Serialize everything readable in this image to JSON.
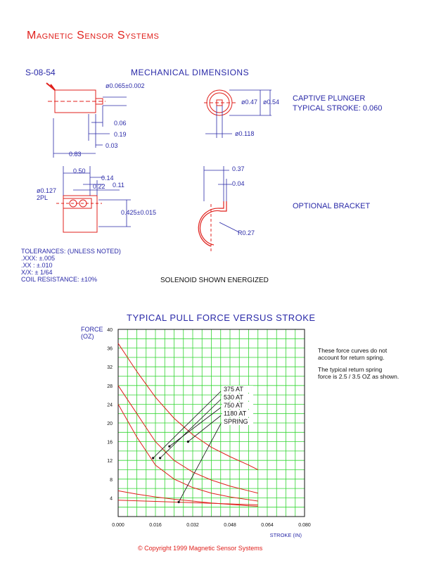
{
  "header": {
    "company": "Magnetic Sensor Systems",
    "part_number": "S-08-54",
    "section_title": "MECHANICAL DIMENSIONS"
  },
  "drawing": {
    "dims": {
      "shaft_dia": "ø0.065±0.002",
      "d006": "0.06",
      "d019": "0.19",
      "d003": "0.03",
      "d083": "0.83",
      "plunger_047": "ø0.47",
      "plunger_054": "ø0.54",
      "plunger_0118": "ø0.118",
      "d050": "0.50",
      "d014": "0.14",
      "d022": "0.22",
      "d011": "0.11",
      "hole_dia": "ø0.127",
      "hole_qty": "2PL",
      "d0425": "0.425±0.015",
      "d037": "0.37",
      "d004": "0.04",
      "radius": "R0.27"
    },
    "notes": {
      "captive_plunger": "CAPTIVE PLUNGER",
      "typical_stroke": "TYPICAL STROKE: 0.060",
      "optional_bracket": "OPTIONAL BRACKET",
      "solenoid_energized": "SOLENOID SHOWN ENERGIZED"
    },
    "tolerances": [
      "TOLERANCES: (UNLESS NOTED)",
      ".XXX: ±.005",
      ".XX : ±.010",
      "X/X: ± 1/64",
      "COIL RESISTANCE: ±10%"
    ]
  },
  "chart_side_notes": {
    "line1": "These force curves do not",
    "line2": "account for return spring.",
    "line3": "The typical return spring",
    "line4": "force is 2.5 / 3.5 OZ as shown."
  },
  "copyright": "©  Copyright 1999 Magnetic Sensor Systems",
  "colors": {
    "red": "#e0201c",
    "blue": "#2a2aa8",
    "grid": "#33d633"
  },
  "chart_data": {
    "type": "line",
    "title": "TYPICAL PULL FORCE VERSUS STROKE",
    "ylabel": [
      "FORCE",
      "(OZ)"
    ],
    "xlabel": "STROKE (IN)",
    "xlim": [
      0,
      0.08
    ],
    "ylim": [
      0,
      40
    ],
    "xticks": [
      "0.000",
      "0.016",
      "0.032",
      "0.048",
      "0.064",
      "0.080"
    ],
    "yticks": [
      "4",
      "8",
      "12",
      "16",
      "20",
      "24",
      "28",
      "32",
      "36",
      "40"
    ],
    "grid": true,
    "series": [
      {
        "name": "375 AT",
        "x": [
          0,
          0.008,
          0.016,
          0.024,
          0.032,
          0.04,
          0.048,
          0.056,
          0.06
        ],
        "y": [
          5.5,
          4.8,
          4.2,
          3.7,
          3.3,
          2.9,
          2.6,
          2.3,
          2.2
        ]
      },
      {
        "name": "530 AT",
        "x": [
          0,
          0.008,
          0.016,
          0.024,
          0.032,
          0.04,
          0.048,
          0.056,
          0.06
        ],
        "y": [
          24,
          17,
          11,
          8,
          6.2,
          5,
          4.2,
          3.6,
          3.3
        ]
      },
      {
        "name": "750 AT",
        "x": [
          0,
          0.008,
          0.016,
          0.024,
          0.032,
          0.04,
          0.048,
          0.056,
          0.06
        ],
        "y": [
          28,
          22,
          16,
          12,
          9.5,
          7.8,
          6.5,
          5.5,
          5
        ]
      },
      {
        "name": "1180 AT",
        "x": [
          0,
          0.008,
          0.016,
          0.024,
          0.032,
          0.04,
          0.048,
          0.056,
          0.06
        ],
        "y": [
          37,
          31,
          25.5,
          21,
          17.5,
          14.8,
          12.8,
          11,
          10
        ]
      },
      {
        "name": "SPRING",
        "x": [
          0,
          0.06
        ],
        "y": [
          3.5,
          2.5
        ]
      }
    ],
    "legend_labels": [
      "375 AT",
      "530 AT",
      "750 AT",
      "1180 AT",
      "SPRING"
    ]
  }
}
